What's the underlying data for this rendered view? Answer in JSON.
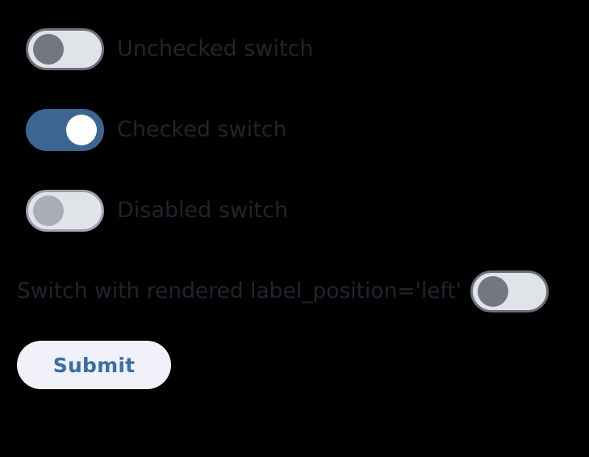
{
  "page": {
    "background_color": "#000000"
  },
  "switches": [
    {
      "label": "Unchecked switch",
      "state": "off",
      "checked": false,
      "disabled": false,
      "label_position": "right",
      "track_color": "#e0e3e8",
      "border_color": "#6b7079",
      "knob_color": "#73777f",
      "label_color": "#21242e"
    },
    {
      "label": "Checked switch",
      "state": "on",
      "checked": true,
      "disabled": false,
      "label_position": "right",
      "track_color": "#3d6592",
      "border_color": "#3d6592",
      "knob_color": "#ffffff",
      "label_color": "#21242e"
    },
    {
      "label": "Disabled switch",
      "state": "off",
      "checked": false,
      "disabled": true,
      "label_position": "right",
      "track_color": "#e0e3e8",
      "border_color": "#9aa0a9",
      "knob_color": "#a9adb4",
      "label_color": "#21242e"
    },
    {
      "label": "Switch with rendered label_position='left'",
      "state": "off",
      "checked": false,
      "disabled": false,
      "label_position": "left",
      "track_color": "#e0e3e8",
      "border_color": "#6b7079",
      "knob_color": "#73777f",
      "label_color": "#21242e"
    }
  ],
  "submit": {
    "label": "Submit",
    "background_color": "#f0f1f9",
    "text_color": "#3a6ea5"
  }
}
